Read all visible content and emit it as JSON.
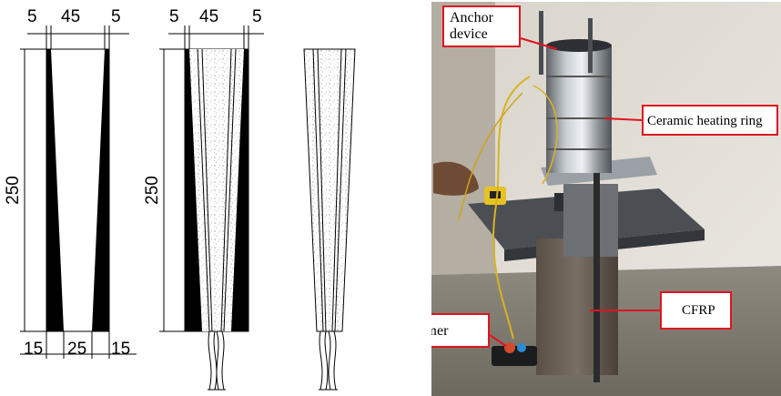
{
  "drawings": {
    "plain_wedge": {
      "top_left": "5",
      "top_middle": "45",
      "top_right": "5",
      "height": "250",
      "bottom_left": "15",
      "bottom_middle": "25",
      "bottom_right": "15"
    },
    "filled_wedge": {
      "top_left": "5",
      "top_middle": "45",
      "top_right": "5",
      "height": "250"
    }
  },
  "photo": {
    "labels": {
      "anchor_device": "Anchor\ndevice",
      "ceramic_heating_ring": "Ceramic heating ring",
      "cfrp": "CFRP",
      "transformer": "Transformer"
    },
    "colors": {
      "callout_border": "#e0141e",
      "callout_line": "#e0141e"
    }
  }
}
